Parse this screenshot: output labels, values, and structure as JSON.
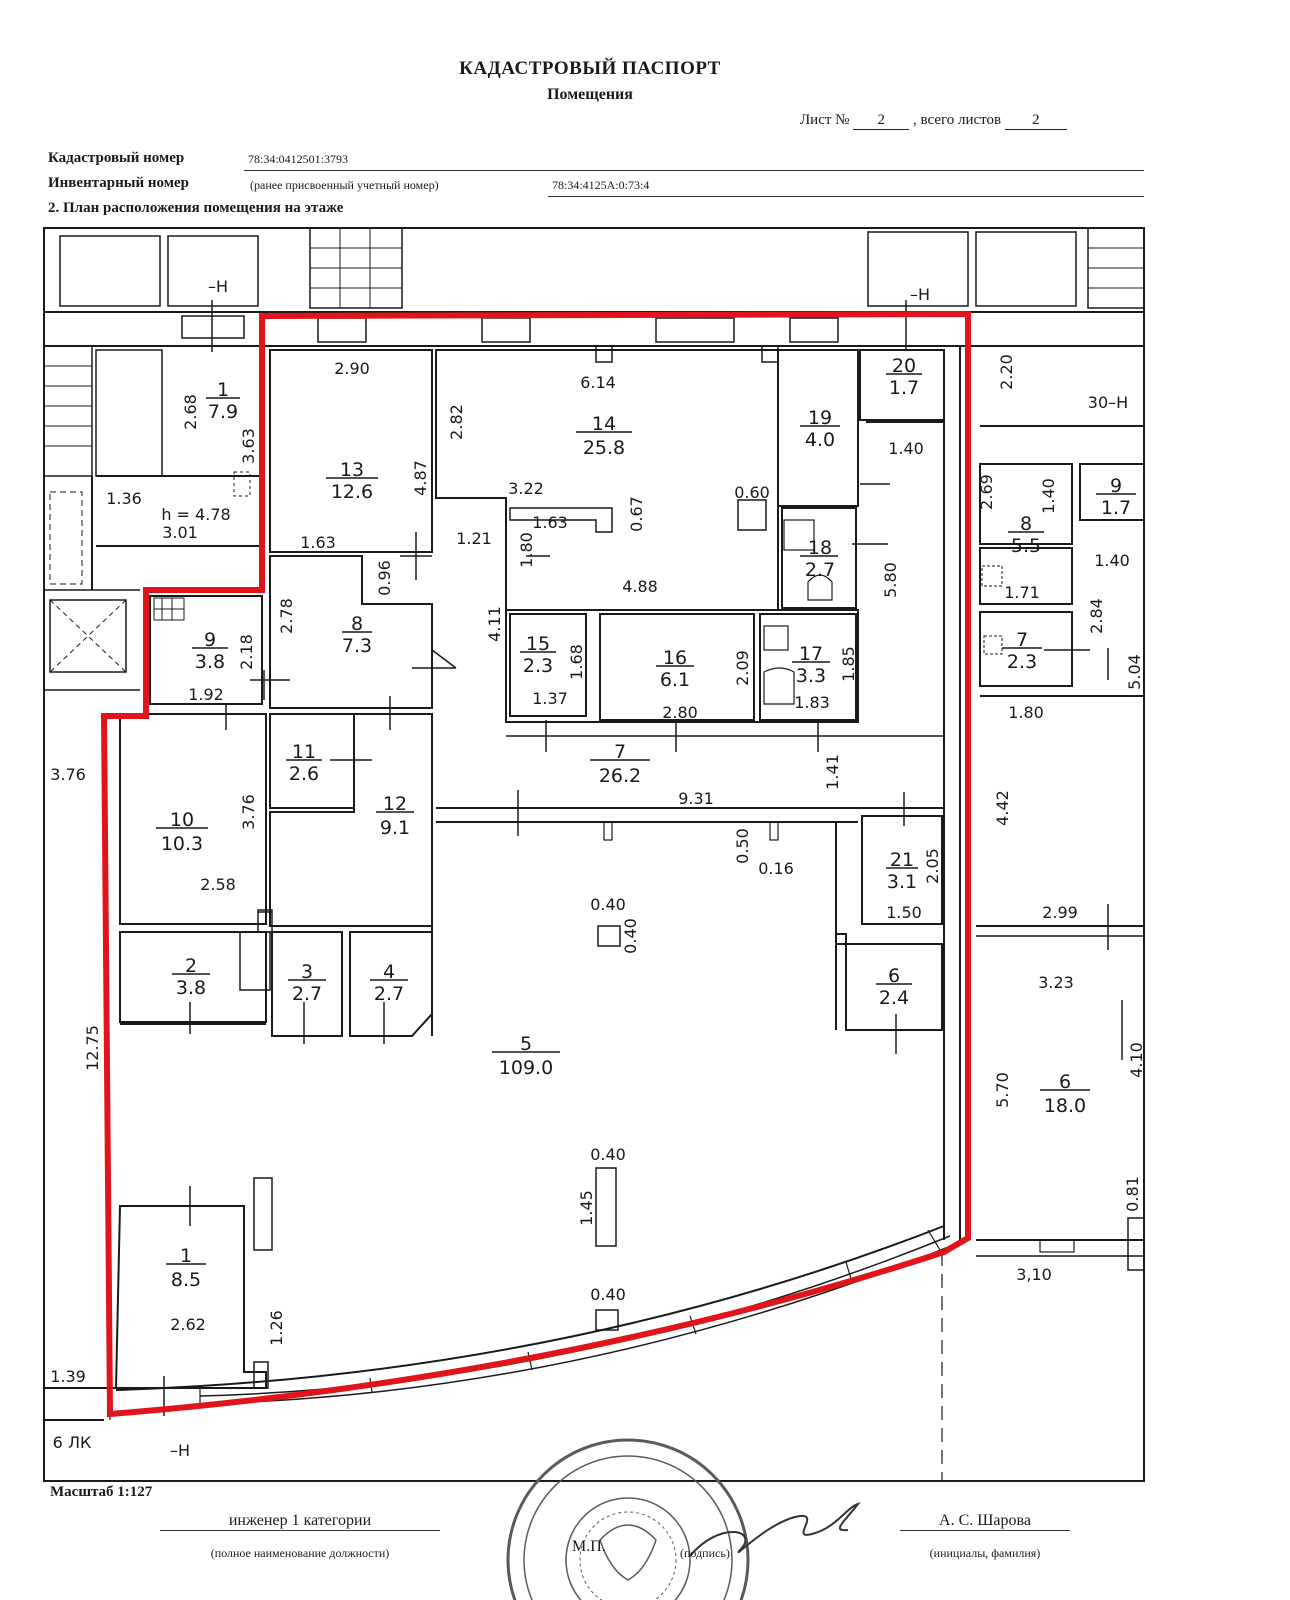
{
  "header": {
    "title": "КАДАСТРОВЫЙ ПАСПОРТ",
    "subtitle": "Помещения",
    "sheet_label": "Лист №",
    "sheet_number": "2",
    "sheet_sep": ",",
    "total_label": "всего листов",
    "total_sheets": "2"
  },
  "fields": {
    "cadastral_label": "Кадастровый номер",
    "cadastral_value": "78:34:0412501:3793",
    "inventory_label": "Инвентарный номер",
    "inventory_note": "(ранее присвоенный учетный номер)",
    "inventory_value": "78:34:4125А:0:73:4",
    "section_title": "2. План расположения помещения на этаже"
  },
  "plan": {
    "rooms": [
      {
        "id": "r1a",
        "num": "1",
        "area": "7.9"
      },
      {
        "id": "r13",
        "num": "13",
        "area": "12.6"
      },
      {
        "id": "r14",
        "num": "14",
        "area": "25.8"
      },
      {
        "id": "r19",
        "num": "19",
        "area": "4.0"
      },
      {
        "id": "r20",
        "num": "20",
        "area": "1.7"
      },
      {
        "id": "r9b",
        "num": "9",
        "area": "1.7"
      },
      {
        "id": "r8b",
        "num": "8",
        "area": "5.5"
      },
      {
        "id": "r18",
        "num": "18",
        "area": "2.7"
      },
      {
        "id": "r8",
        "num": "8",
        "area": "7.3"
      },
      {
        "id": "r9",
        "num": "9",
        "area": "3.8"
      },
      {
        "id": "r15",
        "num": "15",
        "area": "2.3"
      },
      {
        "id": "r16",
        "num": "16",
        "area": "6.1"
      },
      {
        "id": "r17",
        "num": "17",
        "area": "3.3"
      },
      {
        "id": "r7b",
        "num": "7",
        "area": "2.3"
      },
      {
        "id": "r11",
        "num": "11",
        "area": "2.6"
      },
      {
        "id": "r12",
        "num": "12",
        "area": "9.1"
      },
      {
        "id": "r7",
        "num": "7",
        "area": "26.2"
      },
      {
        "id": "r10",
        "num": "10",
        "area": "10.3"
      },
      {
        "id": "r21",
        "num": "21",
        "area": "3.1"
      },
      {
        "id": "r2",
        "num": "2",
        "area": "3.8"
      },
      {
        "id": "r3",
        "num": "3",
        "area": "2.7"
      },
      {
        "id": "r4",
        "num": "4",
        "area": "2.7"
      },
      {
        "id": "r6",
        "num": "6",
        "area": "2.4"
      },
      {
        "id": "r5",
        "num": "5",
        "area": "109.0"
      },
      {
        "id": "r6b",
        "num": "6",
        "area": "18.0"
      },
      {
        "id": "r1",
        "num": "1",
        "area": "8.5"
      }
    ],
    "dims": {
      "d_290": "2.90",
      "d_614": "6.14",
      "d_268": "2.68",
      "d_363": "3.63",
      "d_282": "2.82",
      "d_487": "4.87",
      "d_220": "2.20",
      "d_30h": "30–Н",
      "d_140a": "1.40",
      "d_136": "1.36",
      "d_h": "h = 4.78",
      "d_301": "3.01",
      "d_322": "3.22",
      "d_163a": "1.63",
      "d_067": "0.67",
      "d_060": "0.60",
      "d_269": "2.69",
      "d_140b": "1.40",
      "d_163b": "1.63",
      "d_096": "0.96",
      "d_121": "1.21",
      "d_180": "1.80",
      "d_488": "4.88",
      "d_580": "5.80",
      "d_171": "1.71",
      "d_140c": "1.40",
      "d_278": "2.78",
      "d_218": "2.18",
      "d_411": "4.11",
      "d_168": "1.68",
      "d_209": "2.09",
      "d_185": "1.85",
      "d_284": "2.84",
      "d_504": "5.04",
      "d_192": "1.92",
      "d_137": "1.37",
      "d_280": "2.80",
      "d_183": "1.83",
      "d_180b": "1.80",
      "d_376a": "3.76",
      "d_141": "1.41",
      "d_931": "9.31",
      "d_376b": "3.76",
      "d_442": "4.42",
      "d_050": "0.50",
      "d_016": "0.16",
      "d_205": "2.05",
      "d_258": "2.58",
      "d_040a": "0.40",
      "d_040b": "0.40",
      "d_150": "1.50",
      "d_299": "2.99",
      "d_323": "3.23",
      "d_1275": "12.75",
      "d_570": "5.70",
      "d_410": "4.10",
      "d_040c": "0.40",
      "d_145": "1.45",
      "d_081": "0.81",
      "d_310": "3,10",
      "d_040d": "0.40",
      "d_262": "2.62",
      "d_126": "1.26",
      "d_139": "1.39",
      "d_blk": "6 ЛК",
      "d_hn1": "–Н",
      "d_hn2": "–Н",
      "d_hn3": "–Н"
    }
  },
  "footer": {
    "scale": "Масштаб 1:127",
    "position": "инженер 1 категории",
    "position_caption": "(полное наименование должности)",
    "stamp_label": "М.П.",
    "signature_caption": "(подпись)",
    "name": "А. С. Шарова",
    "name_caption": "(инициалы, фамилия)"
  },
  "colors": {
    "outline": "#e0141b",
    "ink": "#1a1a1a",
    "stamp": "#5a5a5a"
  }
}
